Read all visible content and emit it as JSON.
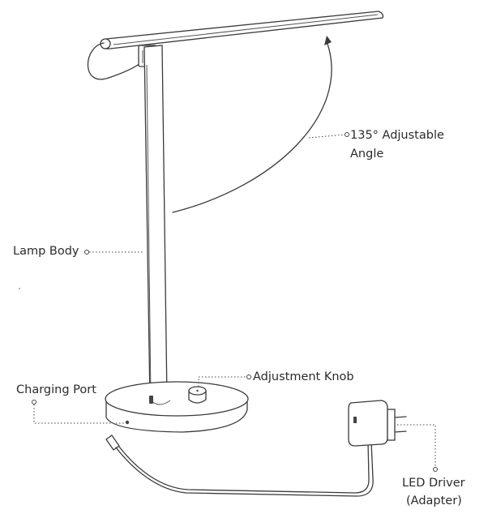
{
  "labels": {
    "angle_line1": "135° Adjustable",
    "angle_line2": "Angle",
    "lamp_body": "Lamp Body",
    "adjustment_knob": "Adjustment Knob",
    "charging_port": "Charging Port",
    "led_driver_line1": "LED Driver",
    "led_driver_line2": "(Adapter)"
  }
}
